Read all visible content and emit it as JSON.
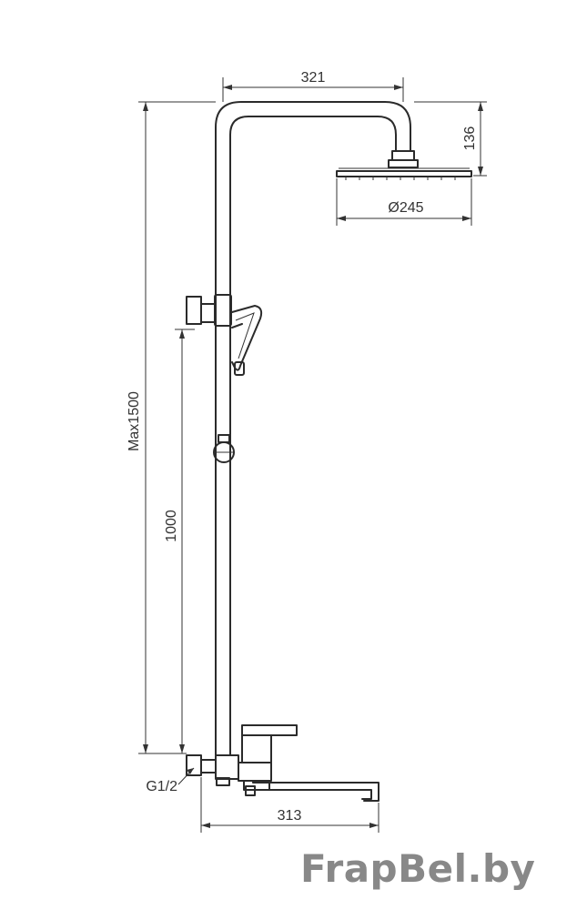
{
  "dimensions": {
    "top_width": "321",
    "head_drop": "136",
    "head_diameter": "Ø245",
    "max_height": "Max1500",
    "bar_height": "1000",
    "connection": "G1/2",
    "spout_length": "313"
  },
  "watermark": "FrapBel.by",
  "colors": {
    "line": "#2b2b2b",
    "watermark": "#888888"
  }
}
